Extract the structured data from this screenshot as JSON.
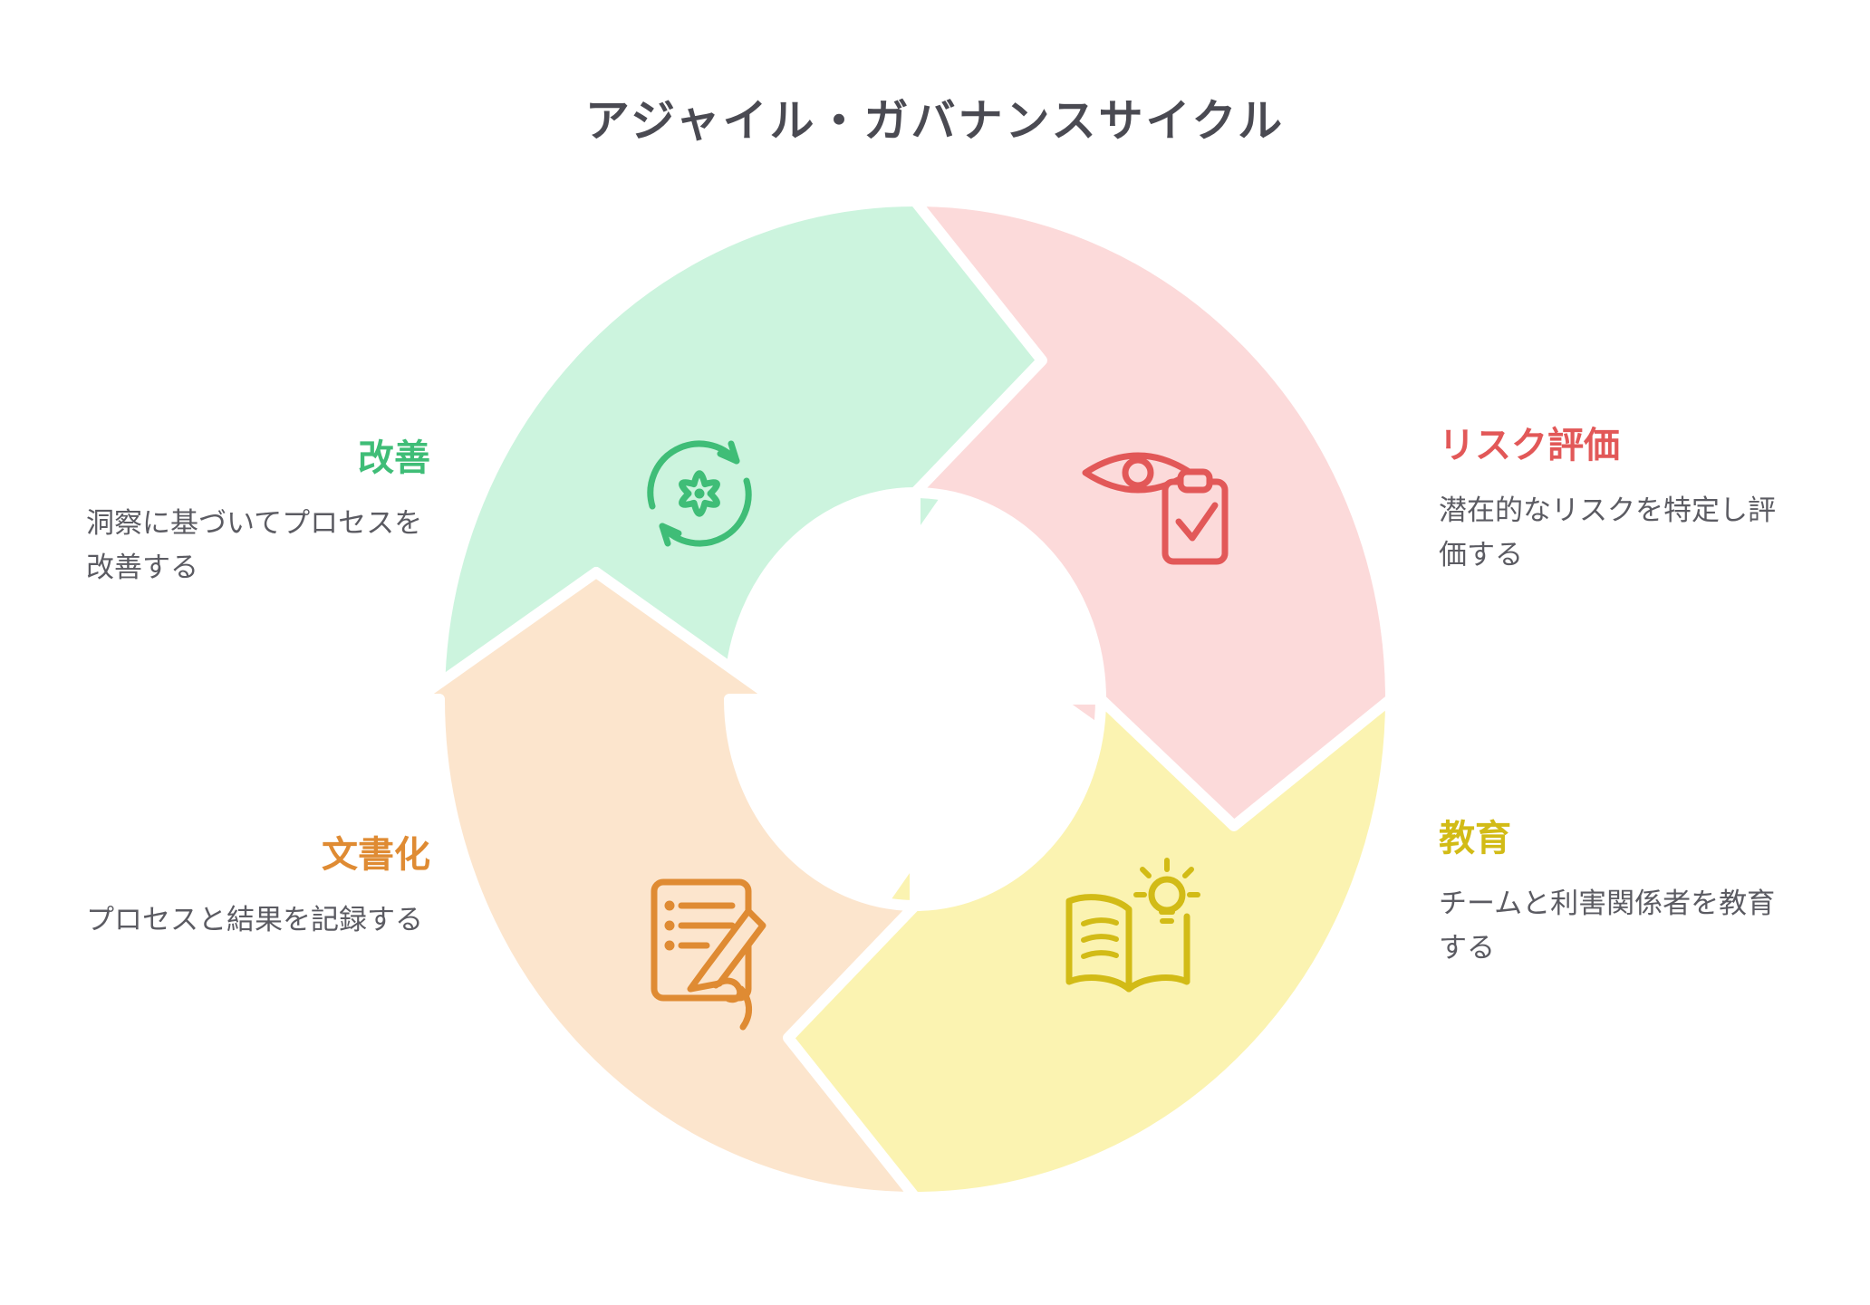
{
  "title": "アジャイル・ガバナンスサイクル",
  "diagram_type": "circular-cycle",
  "flow_order": [
    "improvement",
    "risk-assessment",
    "education",
    "documentation"
  ],
  "steps": [
    {
      "id": "improvement",
      "label": "改善",
      "description": "洞察に基づいてプロセスを改善する",
      "accent_color": "#3fbd77",
      "fill_color": "#ccf4de",
      "icon": "refresh-gear-icon"
    },
    {
      "id": "risk-assessment",
      "label": "リスク評価",
      "description": "潜在的なリスクを特定し評価する",
      "accent_color": "#e25858",
      "fill_color": "#fcdada",
      "icon": "eye-clipboard-check-icon"
    },
    {
      "id": "education",
      "label": "教育",
      "description": "チームと利害関係者を教育する",
      "accent_color": "#d2bb16",
      "fill_color": "#fbf3b1",
      "icon": "open-book-lightbulb-icon"
    },
    {
      "id": "documentation",
      "label": "文書化",
      "description": "プロセスと結果を記録する",
      "accent_color": "#df8b33",
      "fill_color": "#fce5cd",
      "icon": "document-pen-hand-icon"
    }
  ]
}
